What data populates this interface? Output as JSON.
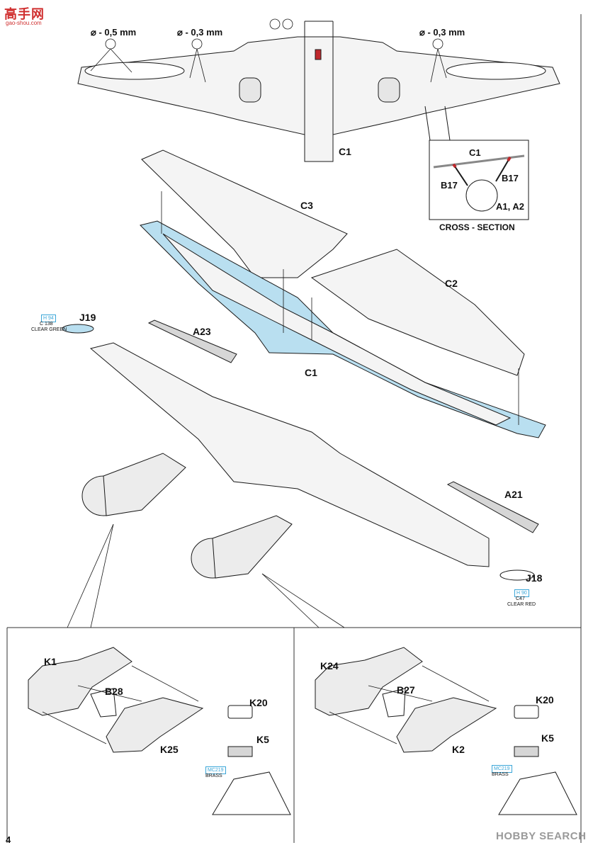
{
  "watermark": {
    "top": "高手网",
    "top_url": "gao-shou.com",
    "bottom": "HOBBY SEARCH"
  },
  "page_number": "4",
  "drill_labels": {
    "left": "⌀ - 0,5 mm",
    "center": "⌀ - 0,3 mm",
    "right": "⌀ - 0,3 mm"
  },
  "parts": {
    "c1_top": "C1",
    "c3": "C3",
    "c2": "C2",
    "c1_mid": "C1",
    "j19": "J19",
    "a23": "A23",
    "a21": "A21",
    "j18": "J18",
    "k1": "K1",
    "b28": "B28",
    "k25": "K25",
    "k20_left": "K20",
    "k5_left": "K5",
    "k24": "K24",
    "b27": "B27",
    "k2": "K2",
    "k20_right": "K20",
    "k5_right": "K5"
  },
  "cross_section": {
    "title": "CROSS - SECTION",
    "c1": "C1",
    "b17_left": "B17",
    "b17_right": "B17",
    "a1a2": "A1, A2"
  },
  "paint_refs": {
    "j19": {
      "code_box": "H 94",
      "code": "C 138",
      "note": "CLEAR GREEN"
    },
    "j18": {
      "code_box": "H 90",
      "code": "C47",
      "note": "CLEAR RED"
    },
    "brass_left": {
      "code_box": "MC219",
      "note": "BRASS"
    },
    "brass_right": {
      "code_box": "MC219",
      "note": "BRASS"
    }
  },
  "colors": {
    "highlight_blue": "#b9dff0",
    "line": "#1a1a1a",
    "red_mark": "#c0282d",
    "accent_blue": "#3aa6d8"
  }
}
